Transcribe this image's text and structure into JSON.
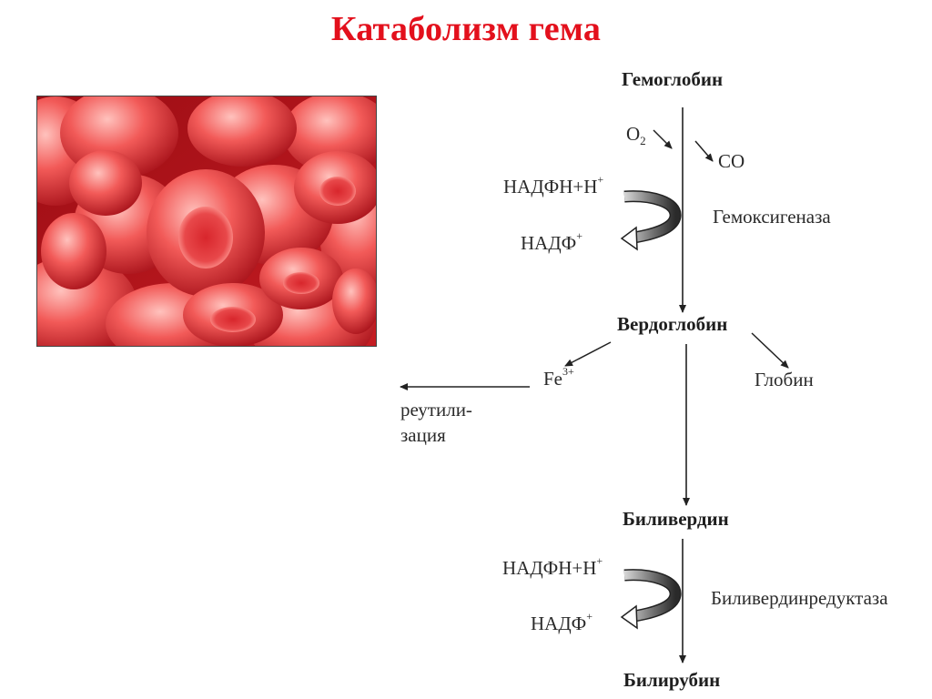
{
  "title": "Катаболизм гема",
  "nodes": {
    "hemoglobin": "Гемоглобин",
    "verdoglobin": "Вердоглобин",
    "biliverdin": "Биливердин",
    "bilirubin": "Билирубин"
  },
  "step1": {
    "o2": "O",
    "o2_sub": "2",
    "co": "CO",
    "nadph": "НАДФН+Н",
    "nadph_sup": "+",
    "nadp": "НАДФ",
    "nadp_sup": "+",
    "enzyme": "Гемоксигеназа"
  },
  "branch": {
    "fe": "Fe",
    "fe_sup": "3+",
    "globin": "Глобин",
    "reutil_line1": "реутили-",
    "reutil_line2": "зация"
  },
  "step3": {
    "nadph": "НАДФН+Н",
    "nadph_sup": "+",
    "nadp": "НАДФ",
    "nadp_sup": "+",
    "enzyme": "Биливердинредуктаза"
  },
  "colors": {
    "title": "#e3101c",
    "cell_dark": "#c81a22",
    "cell_light": "#ff8a86"
  }
}
